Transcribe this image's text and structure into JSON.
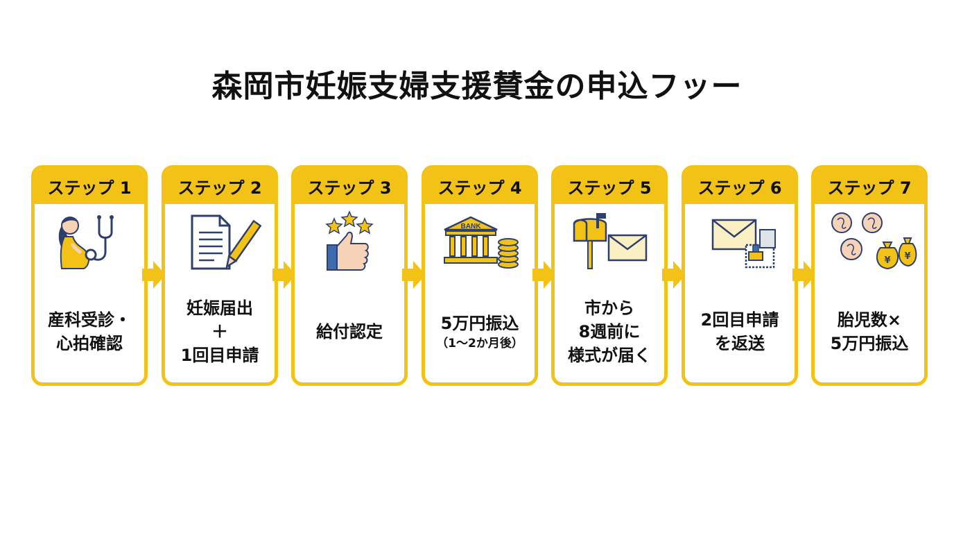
{
  "title": "森岡市妊娠支婦支援賛金の申込フッー",
  "accent_color": "#F2C316",
  "steps": [
    {
      "label": "ステップ 1",
      "icon": "pregnant-woman-stethoscope-icon",
      "lines": [
        "産科受診・",
        "心拍確認"
      ]
    },
    {
      "label": "ステップ 2",
      "icon": "document-pen-icon",
      "lines": [
        "妊娠届出",
        "＋",
        "1回目申請"
      ]
    },
    {
      "label": "ステップ 3",
      "icon": "thumbs-up-stars-icon",
      "lines": [
        "給付認定"
      ]
    },
    {
      "label": "ステップ 4",
      "icon": "bank-coins-icon",
      "bank_text": "BANK",
      "lines": [
        "5万円振込"
      ],
      "sub": "（1〜2か月後）"
    },
    {
      "label": "ステップ 5",
      "icon": "mailbox-envelope-icon",
      "lines": [
        "市から",
        "8週前に",
        "様式が届く"
      ]
    },
    {
      "label": "ステップ 6",
      "icon": "envelope-stamp-icon",
      "lines": [
        "2回目申請",
        "を返送"
      ]
    },
    {
      "label": "ステップ 7",
      "icon": "fetus-money-bags-icon",
      "money_symbol": "¥",
      "lines": [
        "胎児数×",
        "5万円振込"
      ]
    }
  ]
}
